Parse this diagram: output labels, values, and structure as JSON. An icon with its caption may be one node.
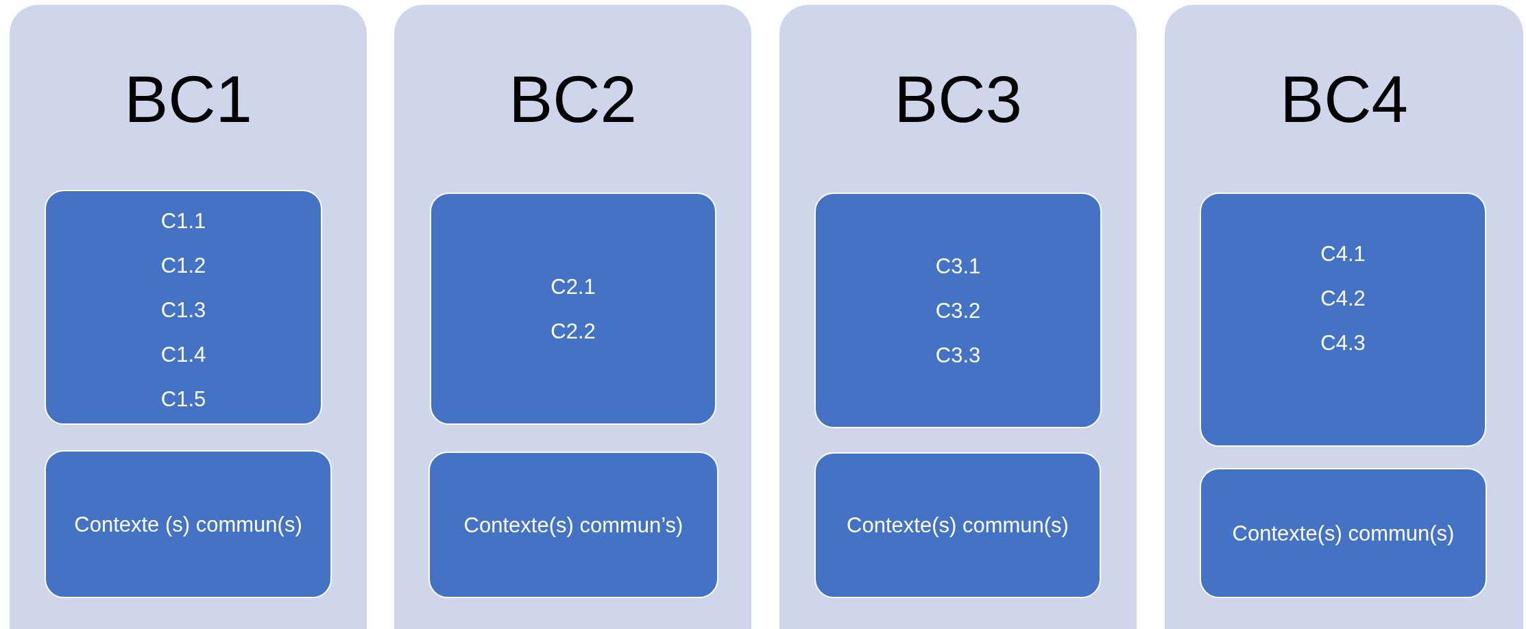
{
  "diagram": {
    "nodes": [
      {
        "text": [
          "BC1"
        ]
      },
      {
        "text": [
          "C1.1",
          "C1.2",
          "C1.3",
          "C1.4",
          "C1.5"
        ],
        "in": 0
      },
      {
        "text": [
          "Contexte (s) commun(s)"
        ],
        "in": 0
      },
      {
        "text": [
          "BC2"
        ]
      },
      {
        "text": [
          "C2.1",
          "C2.2"
        ],
        "in": 3
      },
      {
        "text": [
          "Contexte(s) commun’s)"
        ],
        "in": 3
      },
      {
        "text": [
          "BC3"
        ]
      },
      {
        "text": [
          "C3.1",
          "C3.2",
          "C3.3"
        ],
        "in": 6
      },
      {
        "text": [
          "Contexte(s) commun(s)"
        ],
        "in": 6
      },
      {
        "text": [
          "BC4"
        ]
      },
      {
        "text": [
          "C4.1",
          "C4.2",
          "C4.3"
        ],
        "in": 9
      },
      {
        "text": [
          "Contexte(s) commun(s)"
        ],
        "in": 9
      }
    ]
  }
}
